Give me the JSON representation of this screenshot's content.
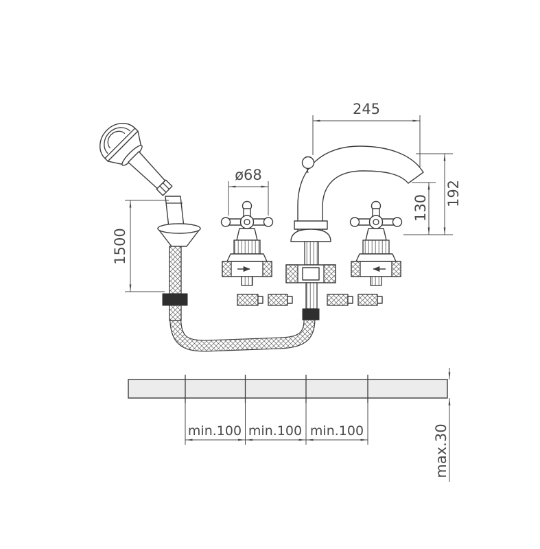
{
  "drawing": {
    "type": "technical dimension drawing",
    "subject": "deck-mounted bath mixer with hand shower",
    "background_color": "#ffffff",
    "line_color": "#3c3c3c",
    "dimension_color": "#4a4a4a",
    "deck_fill_color": "#ececec"
  },
  "dimensions": {
    "spout_reach": "245",
    "handle_diameter": "ø68",
    "outlet_height": "130",
    "total_height": "192",
    "hose_length": "1500",
    "hole_spacings": [
      "min.100",
      "min.100",
      "min.100"
    ],
    "deck_thickness": "max.30"
  }
}
